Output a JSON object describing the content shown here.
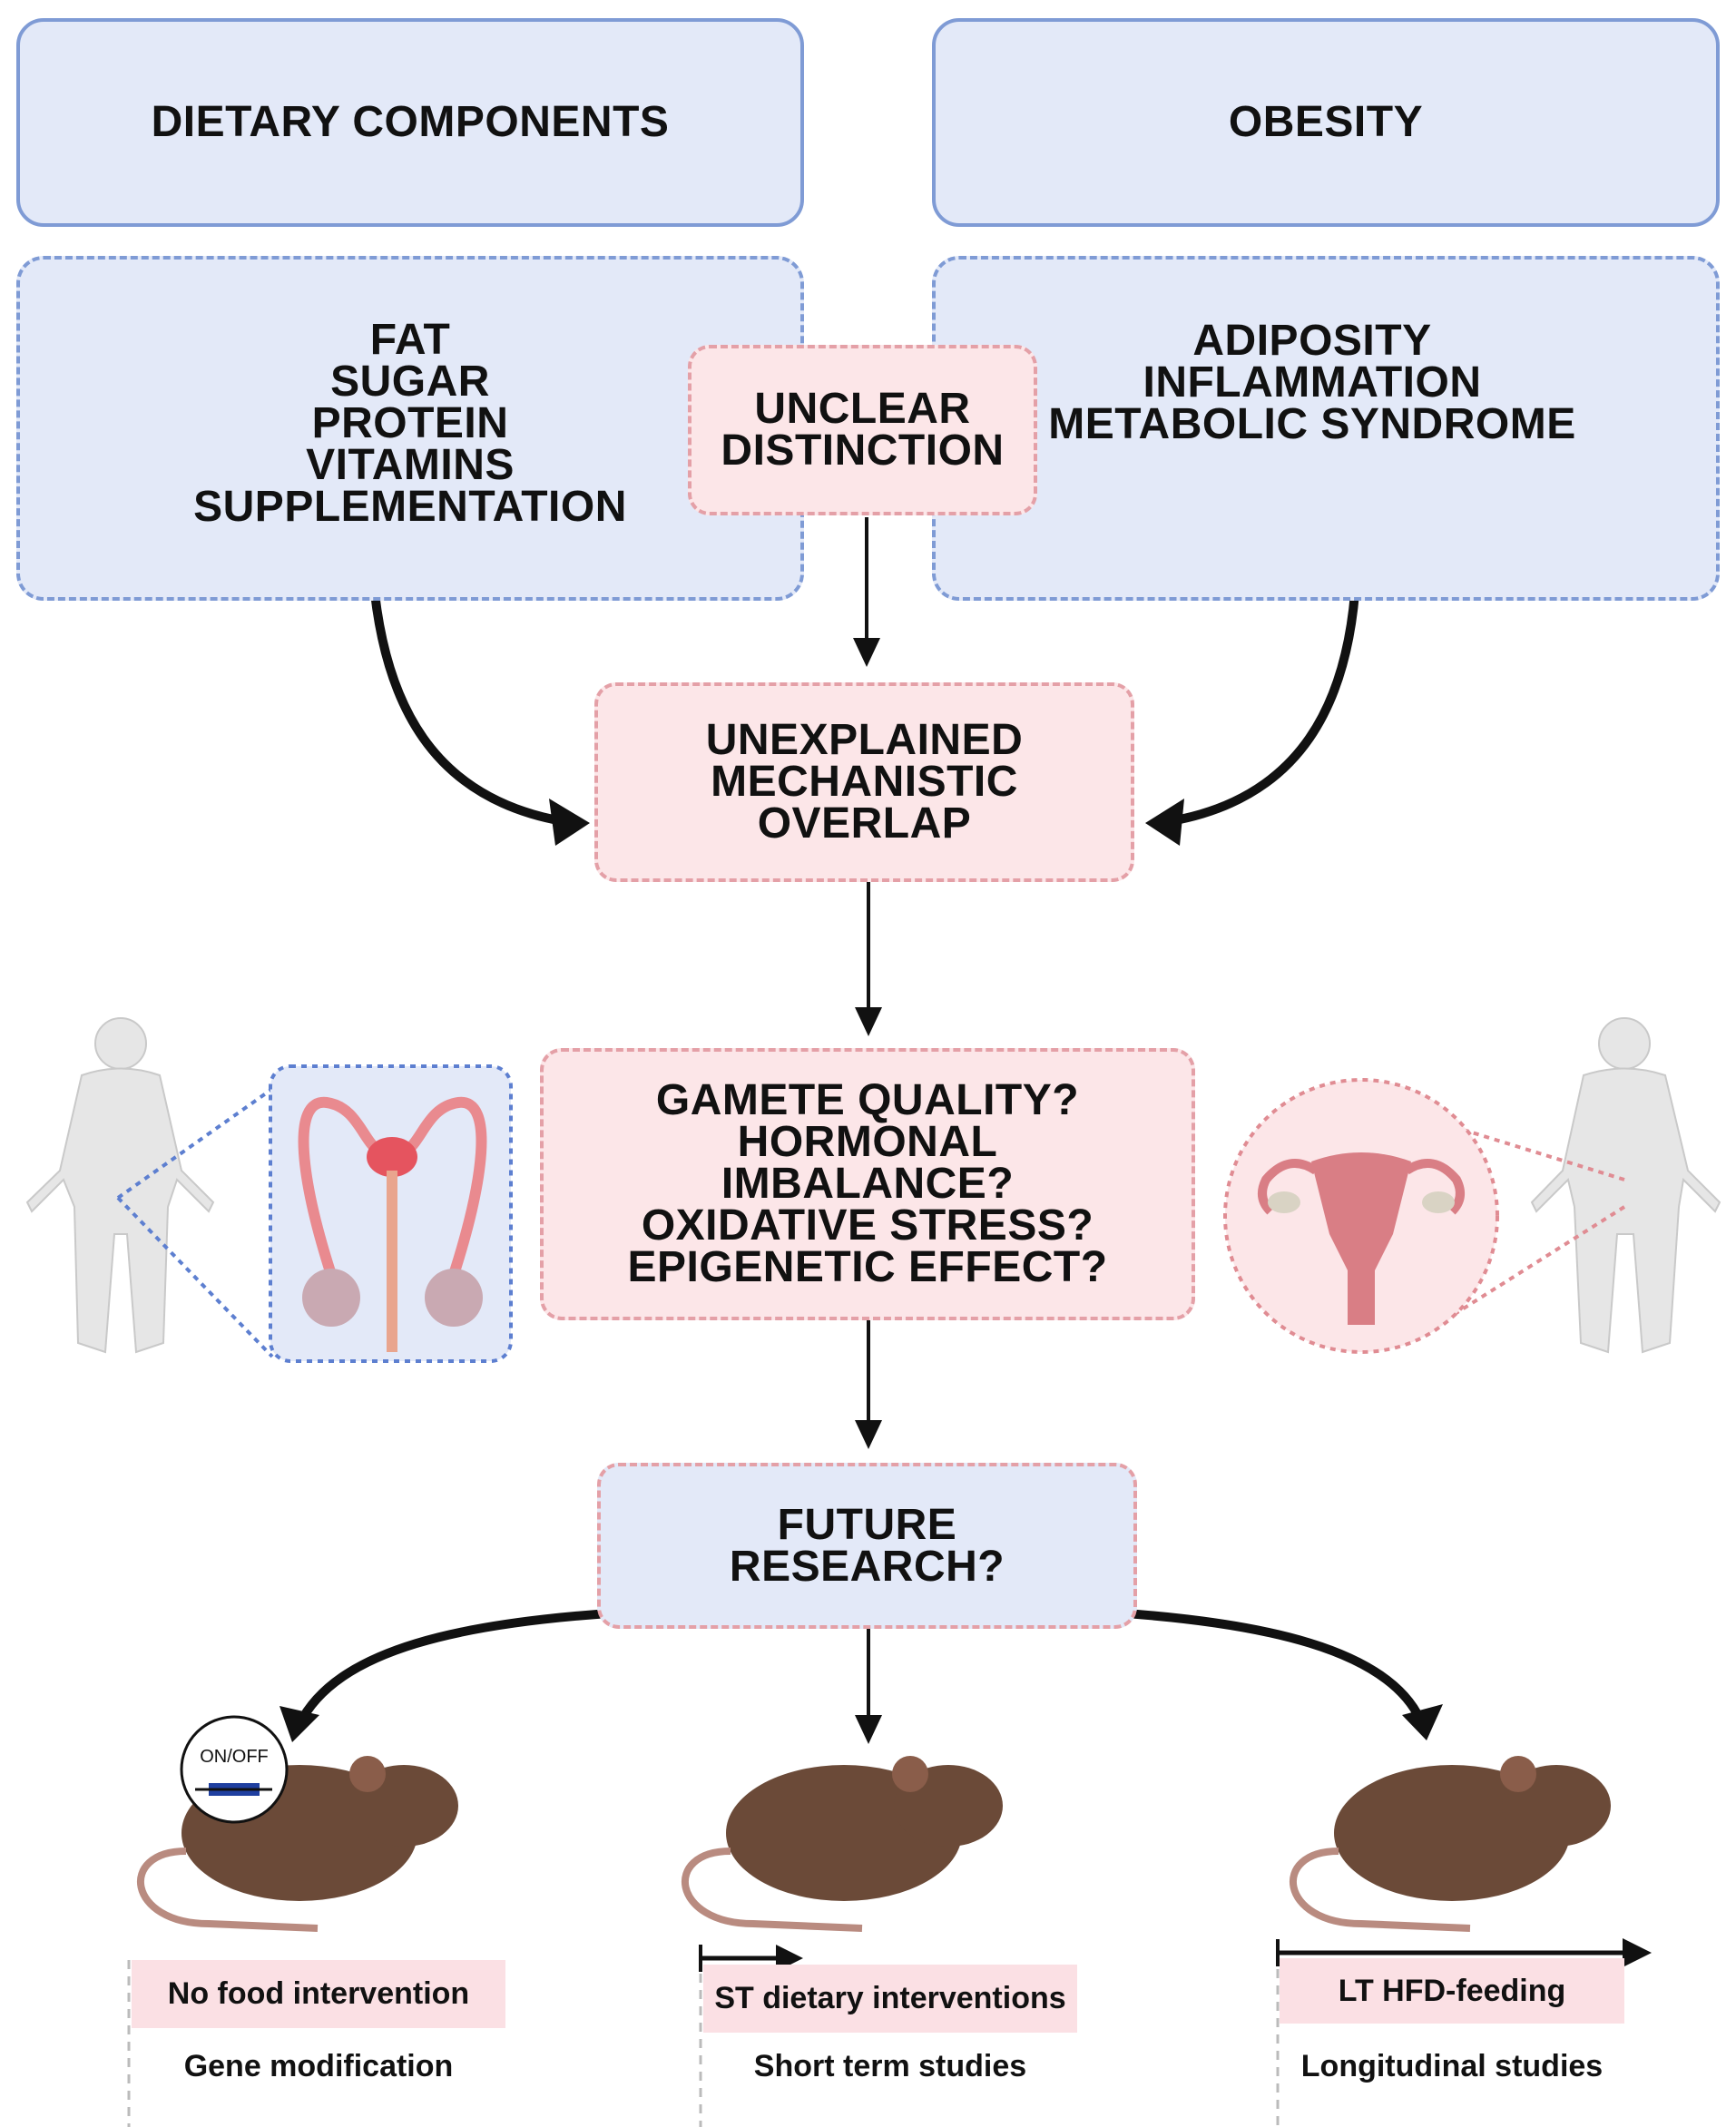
{
  "headers": {
    "left": "DIETARY COMPONENTS",
    "right": "OBESITY"
  },
  "dietary_items": [
    "FAT",
    "SUGAR",
    "PROTEIN",
    "VITAMINS",
    "SUPPLEMENTATION"
  ],
  "obesity_items": [
    "ADIPOSITY",
    "INFLAMMATION",
    "METABOLIC SYNDROME"
  ],
  "unclear": [
    "UNCLEAR",
    "DISTINCTION"
  ],
  "overlap": [
    "UNEXPLAINED",
    "MECHANISTIC",
    "OVERLAP"
  ],
  "questions": [
    "GAMETE QUALITY?",
    "HORMONAL",
    "IMBALANCE?",
    "OXIDATIVE STRESS?",
    "EPIGENETIC EFFECT?"
  ],
  "future": [
    "FUTURE",
    "RESEARCH?"
  ],
  "gene_switch": "ON/OFF",
  "studies": [
    {
      "intervention": "No food intervention",
      "study": "Gene modification"
    },
    {
      "intervention": "ST dietary interventions",
      "study": "Short term studies"
    },
    {
      "intervention": "LT HFD-feeding",
      "study": "Longitudinal studies"
    }
  ],
  "colors": {
    "blue_fill": "#e3e9f8",
    "blue_border": "#7f9bd5",
    "pink_fill": "#fce6e8",
    "pink_border": "#e4a0a7",
    "mouse": "#6b4a38",
    "arrow": "#111111"
  }
}
